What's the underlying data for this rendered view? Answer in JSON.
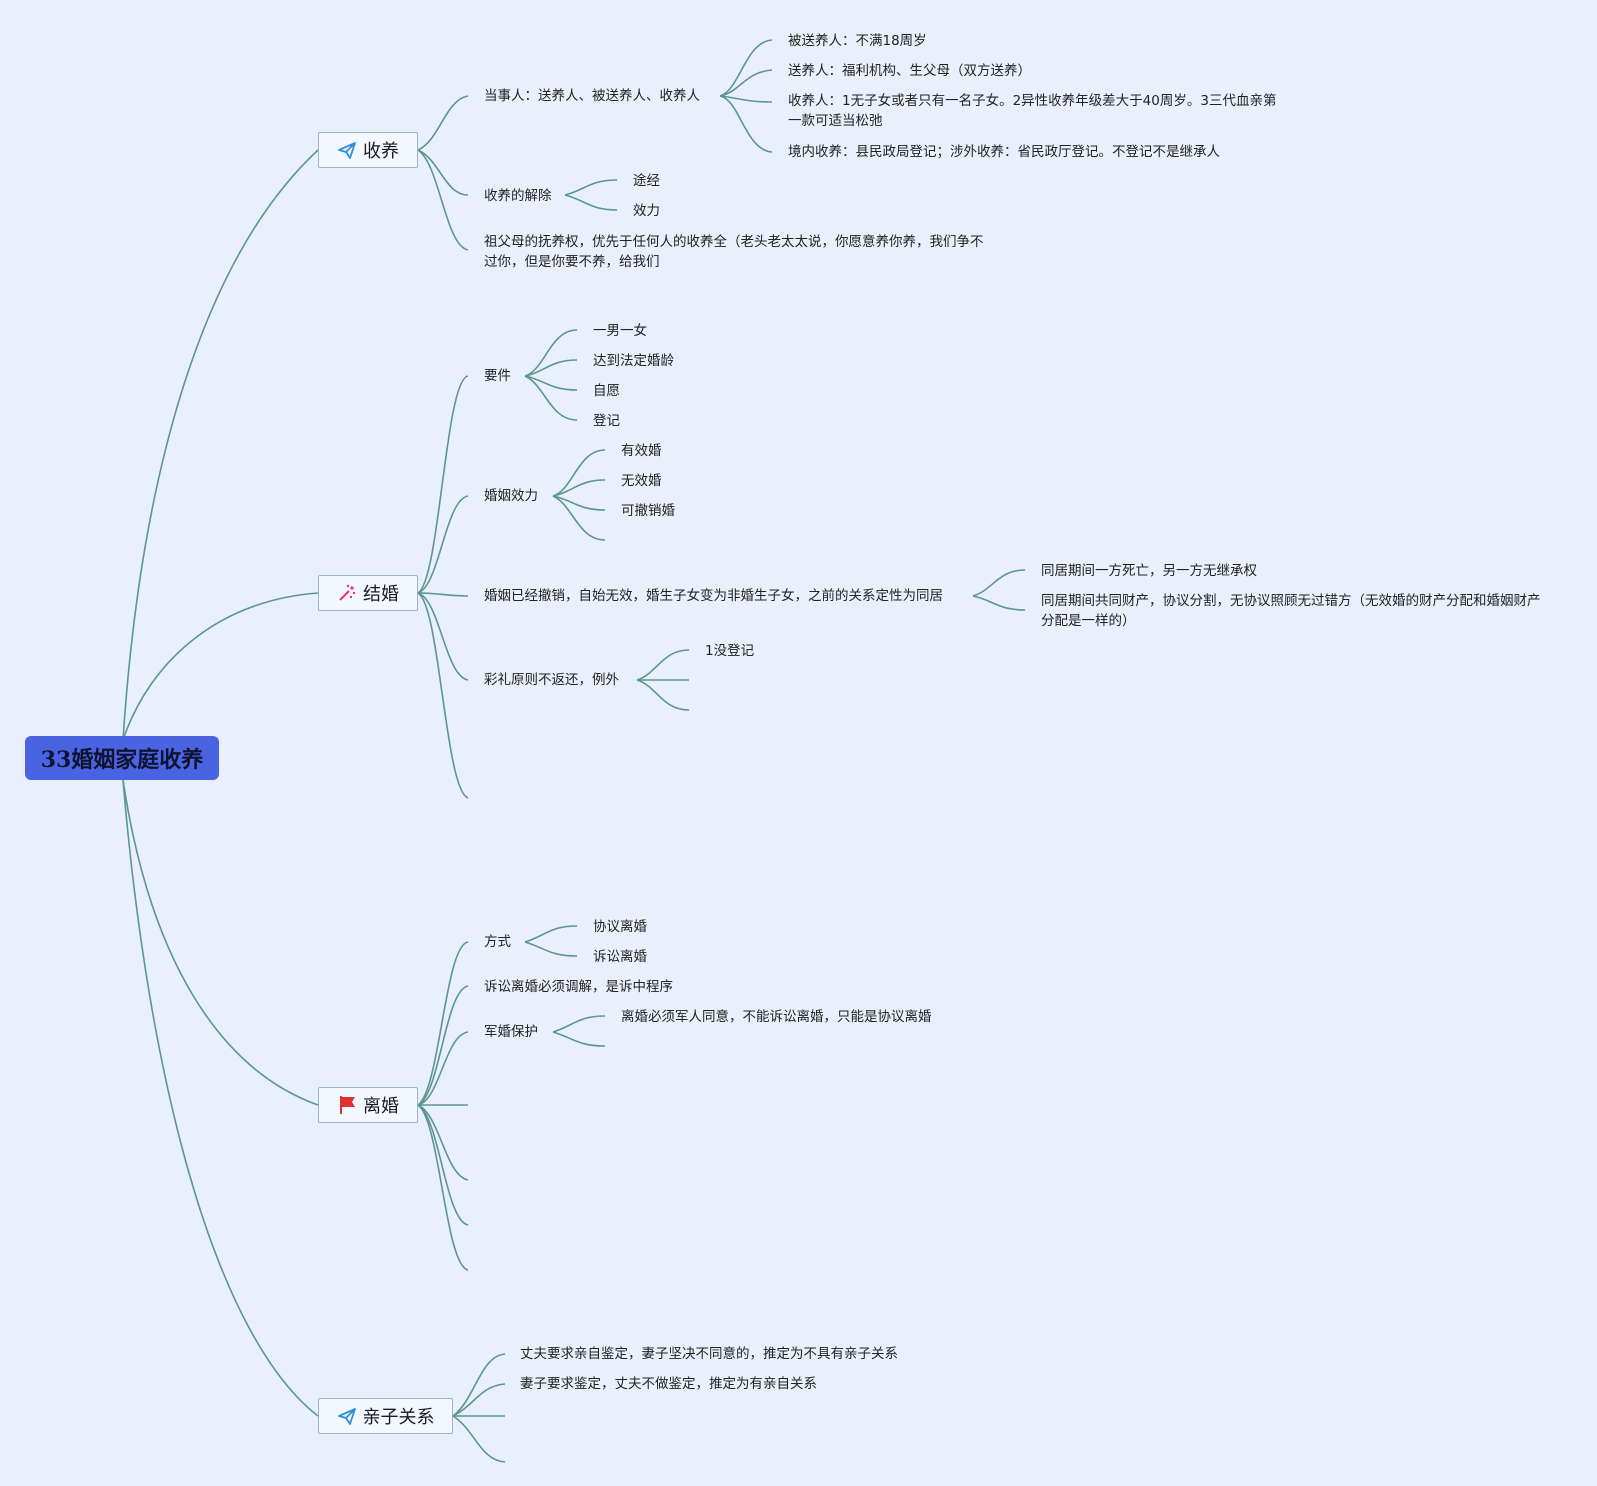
{
  "root": {
    "label": "33婚姻家庭收养"
  },
  "branches": {
    "adoption": {
      "label": "收养",
      "icon": "paper-plane-icon",
      "parties": {
        "label": "当事人：送养人、被送养人、收养人",
        "items": [
          "被送养人：不满18周岁",
          "送养人：福利机构、生父母（双方送养）",
          "收养人：1无子女或者只有一名子女。2异性收养年级差大于40周岁。3三代血亲第一款可适当松弛",
          "境内收养：县民政局登记；涉外收养：省民政厅登记。不登记不是继承人"
        ]
      },
      "dissolution": {
        "label": "收养的解除",
        "items": [
          "途经",
          "效力"
        ]
      },
      "grandparents": "祖父母的抚养权，优先于任何人的收养全（老头老太太说，你愿意养你养，我们争不过你，但是你要不养，给我们"
    },
    "marriage": {
      "label": "结婚",
      "icon": "sparkle-icon",
      "requirements": {
        "label": "要件",
        "items": [
          "一男一女",
          "达到法定婚龄",
          "自愿",
          "登记"
        ]
      },
      "effect": {
        "label": "婚姻效力",
        "items": [
          "有效婚",
          "无效婚",
          "可撤销婚"
        ]
      },
      "annulled": {
        "label": "婚姻已经撤销，自始无效，婚生子女变为非婚生子女，之前的关系定性为同居",
        "items": [
          "同居期间一方死亡，另一方无继承权",
          "同居期间共同财产，协议分割，无协议照顾无过错方（无效婚的财产分配和婚姻财产分配是一样的）"
        ]
      },
      "brideprice": {
        "label": "彩礼原则不返还，例外",
        "items": [
          "1没登记"
        ]
      }
    },
    "divorce": {
      "label": "离婚",
      "icon": "red-flag-icon",
      "methods": {
        "label": "方式",
        "items": [
          "协议离婚",
          "诉讼离婚"
        ]
      },
      "mediation": "诉讼离婚必须调解，是诉中程序",
      "military": {
        "label": "军婚保护",
        "items": [
          "离婚必须军人同意，不能诉讼离婚，只能是协议离婚"
        ]
      }
    },
    "parentchild": {
      "label": "亲子关系",
      "icon": "paper-plane-icon",
      "items": [
        "丈夫要求亲自鉴定，妻子坚决不同意的，推定为不具有亲子关系",
        "妻子要求鉴定，丈夫不做鉴定，推定为有亲自关系"
      ]
    }
  },
  "colors": {
    "background": "#eaf0fb",
    "root": "#4a63e0",
    "edge": "#5b968f",
    "flag": "#e03131",
    "plane": "#2f8fd8",
    "sparkle": "#e8327c"
  }
}
